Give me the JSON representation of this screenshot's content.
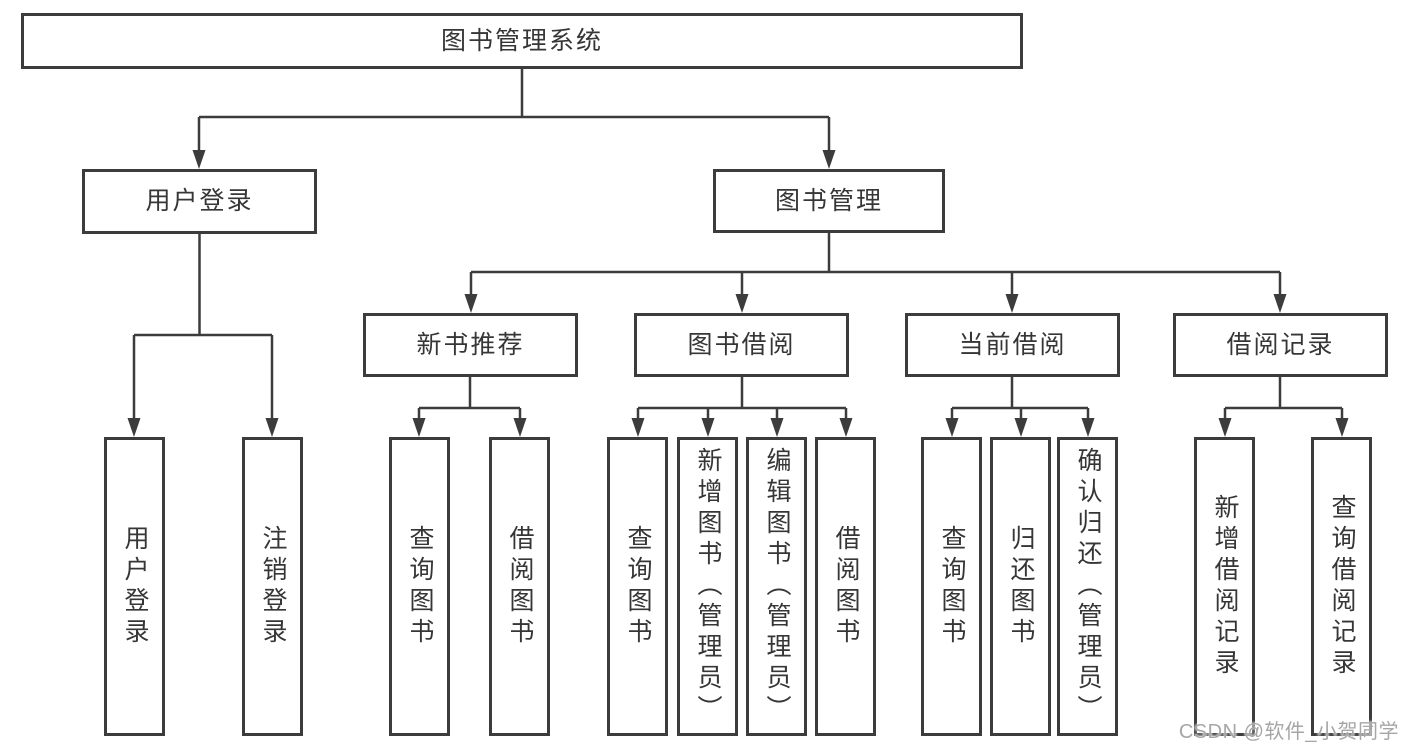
{
  "watermark": "CSDN @软件_小贺同学",
  "colors": {
    "line": "#3c3c3c",
    "box_fill": "#ffffff",
    "text": "#363636",
    "watermark": "#a6a6a6"
  },
  "nodes": {
    "root": "图书管理系统",
    "user_login": "用户登录",
    "book_mgmt": "图书管理",
    "login": "用户登录",
    "logout": "注销登录",
    "new_books": "新书推荐",
    "book_borrow": "图书借阅",
    "current_borrow": "当前借阅",
    "borrow_records": "借阅记录",
    "nb_query": "查询图书",
    "nb_borrow": "借阅图书",
    "bw_query": "查询图书",
    "bw_add": "新增图书（管理员）",
    "bw_edit": "编辑图书（管理员）",
    "bw_borrow": "借阅图书",
    "cur_query": "查询图书",
    "cur_return": "归还图书",
    "cur_confirm": "确认归还（管理员）",
    "rec_add": "新增借阅记录",
    "rec_query": "查询借阅记录"
  }
}
